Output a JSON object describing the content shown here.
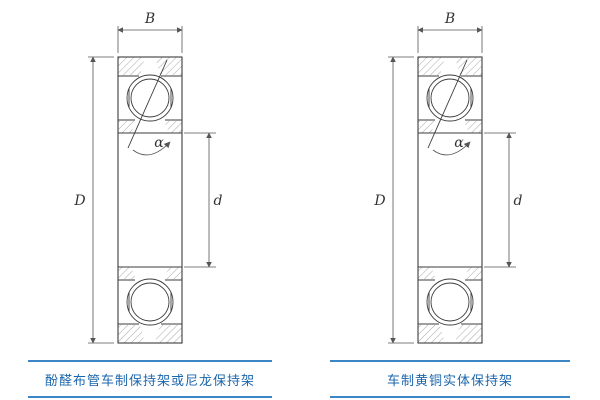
{
  "figures": [
    {
      "id": "left",
      "caption": "酚醛布管车制保持架或尼龙保持架",
      "dims": {
        "width": "B",
        "outer_diameter": "D",
        "bore_diameter": "d",
        "contact_angle": "α"
      }
    },
    {
      "id": "right",
      "caption": "车制黄铜实体保持架",
      "dims": {
        "width": "B",
        "outer_diameter": "D",
        "bore_diameter": "d",
        "contact_angle": "α"
      }
    }
  ],
  "colors": {
    "accent_blue": "#3d86c6",
    "caption_text": "#1b66ad",
    "drawing_line": "#3c3c3c",
    "dimension_line": "#555555"
  }
}
